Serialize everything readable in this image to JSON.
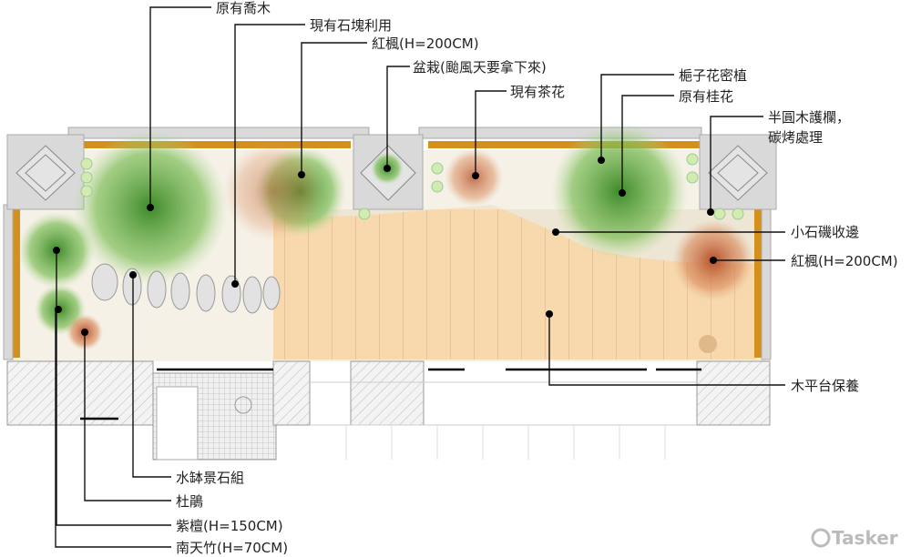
{
  "title": "Rooftop garden landscape plan",
  "labels": {
    "existing_tree": "原有喬木",
    "reuse_stone": "現有石塊利用",
    "maple_top": "紅楓(H=200CM)",
    "bonsai": "盆栽(颱風天要拿下來)",
    "camellia": "現有茶花",
    "gardenia": "梔子花密植",
    "osmanthus": "原有桂花",
    "railing_1": "半圓木護欄，",
    "railing_2": "碳烤處理",
    "pebble_edge": "小石磯收邊",
    "maple_right": "紅楓(H=200CM)",
    "deck": "木平台保養",
    "water_bowl": "水缽景石組",
    "azalea": "杜鵑",
    "rosewood": "紫檀(H=150CM)",
    "nandina": "南天竹(H=70CM)"
  },
  "watermark": "Tasker",
  "colors": {
    "deck": "#f7d9ad",
    "planter_edge": "#d4901c",
    "green": "#6aa84f",
    "maple": "#c8643a"
  }
}
